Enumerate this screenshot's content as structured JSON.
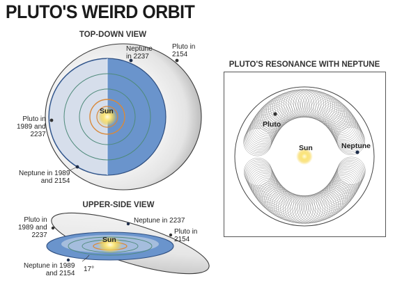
{
  "title": "PLUTO'S WEIRD ORBIT",
  "top_down": {
    "heading": "TOP-DOWN VIEW",
    "sun": "Sun",
    "labels": {
      "neptune_2237": [
        "Neptune",
        "in 2237"
      ],
      "pluto_2154": [
        "Pluto in",
        "2154"
      ],
      "pluto_1989_2237": [
        "Pluto in",
        "1989 and",
        "2237"
      ],
      "neptune_1989_2154": [
        "Neptune in 1989",
        "and 2154"
      ]
    }
  },
  "upper_side": {
    "heading": "UPPER-SIDE VIEW",
    "sun": "Sun",
    "angle": "17°",
    "labels": {
      "pluto_1989_2237": [
        "Pluto in",
        "1989 and",
        "2237"
      ],
      "neptune_2237": "Neptune in 2237",
      "pluto_2154": [
        "Pluto in",
        "2154"
      ],
      "neptune_1989_2154": [
        "Neptune in 1989",
        "and 2154"
      ]
    }
  },
  "resonance": {
    "heading": "PLUTO'S RESONANCE WITH NEPTUNE",
    "pluto": "Pluto",
    "sun": "Sun",
    "neptune": "Neptune"
  },
  "colors": {
    "neptune_orbit_blue": "#6a94cc",
    "pluto_orbit_gray": "#e2e2e2",
    "sun_yellow": "#f6d54a",
    "inner_orbit_green": "#4e8a7a",
    "inner_orbit_orange": "#d9893a"
  }
}
